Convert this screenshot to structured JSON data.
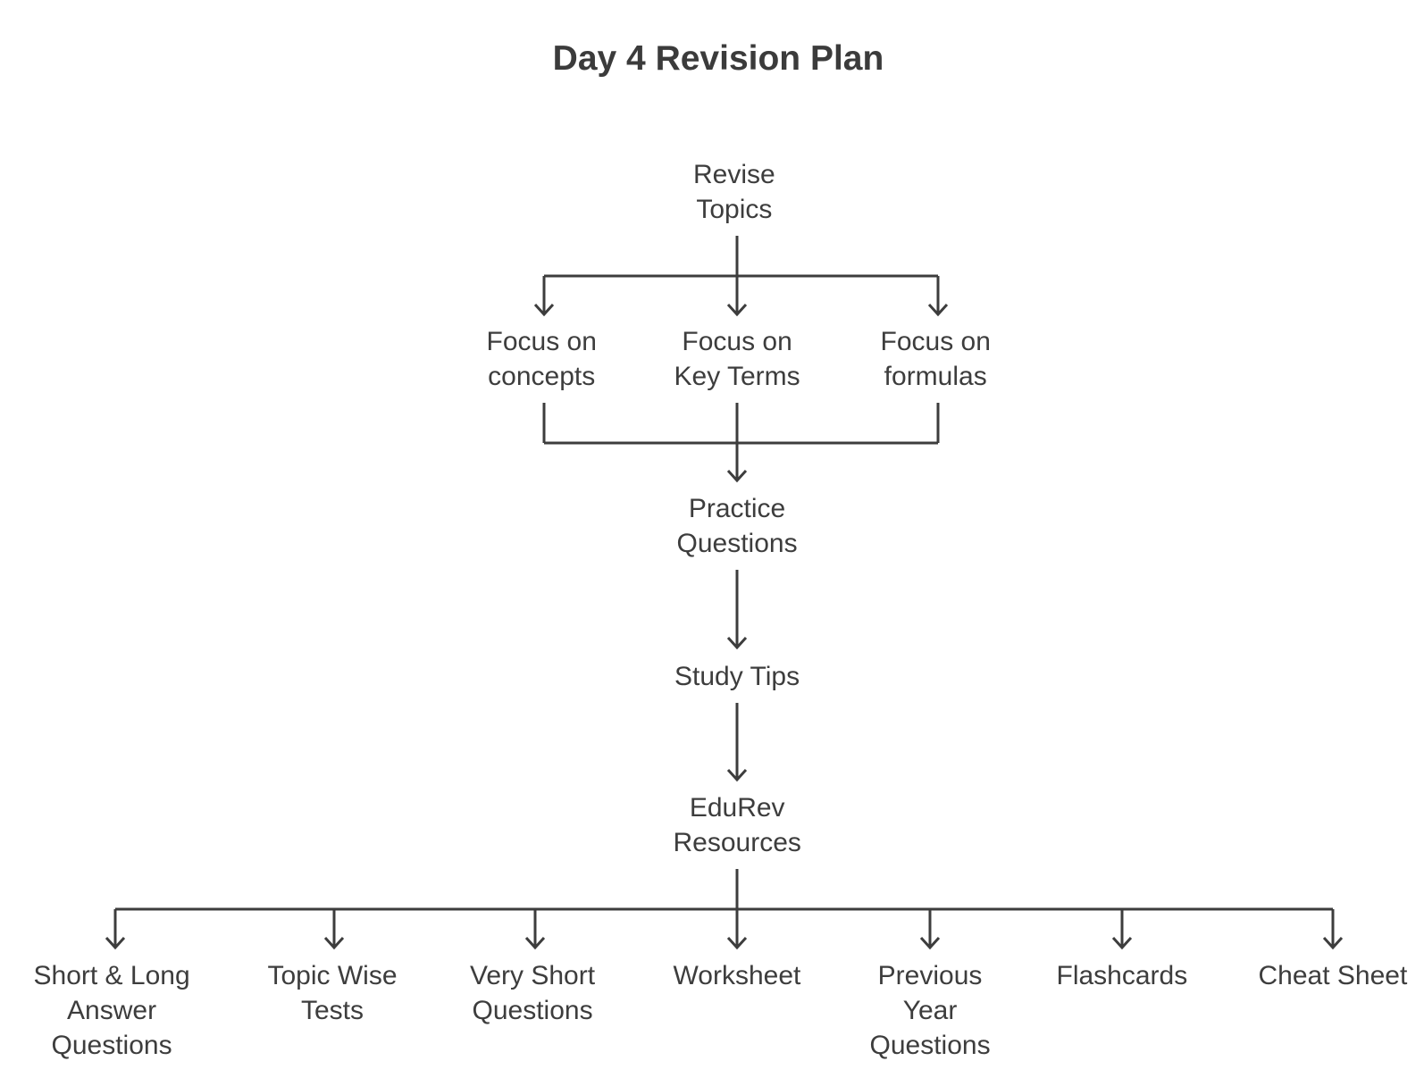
{
  "title": "Day 4 Revision Plan",
  "nodes": {
    "revise_topics": [
      "Revise",
      "Topics"
    ],
    "focus_concepts": [
      "Focus on",
      "concepts"
    ],
    "focus_key_terms": [
      "Focus on",
      "Key Terms"
    ],
    "focus_formulas": [
      "Focus on",
      "formulas"
    ],
    "practice_questions": [
      "Practice",
      "Questions"
    ],
    "study_tips": [
      "Study Tips"
    ],
    "edurev_resources": [
      "EduRev",
      "Resources"
    ],
    "short_long_answer": [
      "Short & Long",
      "Answer",
      "Questions"
    ],
    "topic_wise_tests": [
      "Topic Wise",
      "Tests"
    ],
    "very_short_questions": [
      "Very Short",
      "Questions"
    ],
    "worksheet": [
      "Worksheet"
    ],
    "previous_year_questions": [
      "Previous",
      "Year",
      "Questions"
    ],
    "flashcards": [
      "Flashcards"
    ],
    "cheat_sheet": [
      "Cheat Sheet"
    ]
  },
  "edges": [
    [
      "revise_topics",
      "focus_concepts"
    ],
    [
      "revise_topics",
      "focus_key_terms"
    ],
    [
      "revise_topics",
      "focus_formulas"
    ],
    [
      "focus_concepts",
      "practice_questions"
    ],
    [
      "focus_key_terms",
      "practice_questions"
    ],
    [
      "focus_formulas",
      "practice_questions"
    ],
    [
      "practice_questions",
      "study_tips"
    ],
    [
      "study_tips",
      "edurev_resources"
    ],
    [
      "edurev_resources",
      "short_long_answer"
    ],
    [
      "edurev_resources",
      "topic_wise_tests"
    ],
    [
      "edurev_resources",
      "very_short_questions"
    ],
    [
      "edurev_resources",
      "worksheet"
    ],
    [
      "edurev_resources",
      "previous_year_questions"
    ],
    [
      "edurev_resources",
      "flashcards"
    ],
    [
      "edurev_resources",
      "cheat_sheet"
    ]
  ]
}
